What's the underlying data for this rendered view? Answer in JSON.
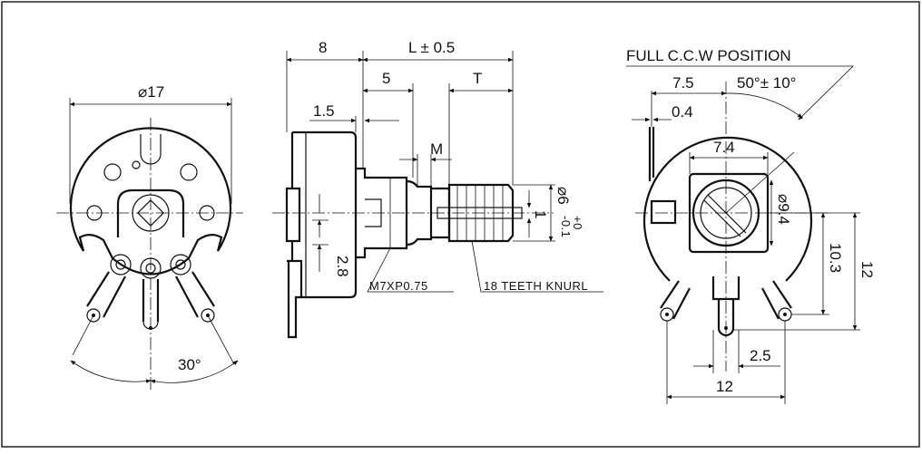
{
  "front_view": {
    "diameter": "⌀17",
    "angle": "30°"
  },
  "side_view": {
    "dim_8": "8",
    "dim_length": "L ± 0.5",
    "dim_5": "5",
    "dim_T": "T",
    "dim_1_5": "1.5",
    "dim_M": "M",
    "dim_1": "1",
    "dim_2_8": "2.8",
    "dim_shaft_dia": "⌀6",
    "tol_upper": "+0",
    "tol_lower": "-0.1",
    "thread_label": "M7XP0.75",
    "knurl_label": "18 TEETH KNURL"
  },
  "rear_view": {
    "position_label": "FULL C.C.W POSITION",
    "dim_7_5": "7.5",
    "angle_label": "50°± 10°",
    "dim_0_4": "0.4",
    "dim_7_4": "7.4",
    "dim_9_4": "⌀9.4",
    "dim_10_3": "10.3",
    "dim_12_v": "12",
    "dim_2_5": "2.5",
    "dim_12_h": "12"
  }
}
